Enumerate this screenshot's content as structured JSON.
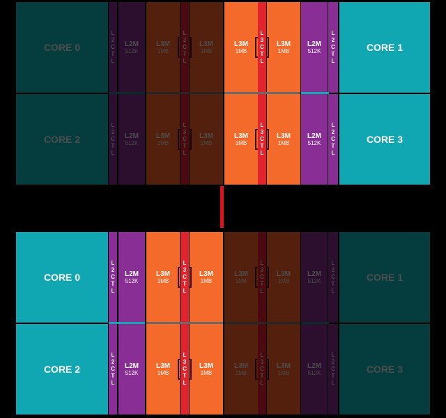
{
  "colors": {
    "core_active": "#10a6b2",
    "core_inactive": "#053d3e",
    "l2_active": "#882e94",
    "l2_inactive": "#2c0f2f",
    "l2ctl_active": "#882e94",
    "l2ctl_inactive": "#2c0f2f",
    "l3_active": "#f46a2b",
    "l3_inactive": "#52200d",
    "l3ctl_active": "#e0242d",
    "l3ctl_inactive": "#4a0a10",
    "text_active": "#ffffff",
    "text_inactive": "#4d4d4d",
    "strip_core": "#10a6b2",
    "strip_l3": "#6a6a6a",
    "link": "#e20f1d"
  },
  "labels": {
    "l2m": "L2M",
    "l2m_size": "512K",
    "l3m": "L3M",
    "l3m_size": "1MB",
    "l2ctl": "L2CTL",
    "l3ctl": "L3CTL"
  },
  "ccxs": [
    {
      "id": "top",
      "highlight_cores": [
        "CORE 1",
        "CORE 3"
      ],
      "rows": [
        {
          "left_core": "CORE 0",
          "right_core": "CORE 1",
          "left_active": false,
          "right_active": true,
          "l3_active_half": "right"
        },
        {
          "left_core": "CORE 2",
          "right_core": "CORE 3",
          "left_active": false,
          "right_active": true,
          "l3_active_half": "right"
        }
      ]
    },
    {
      "id": "bottom",
      "rows": [
        {
          "left_core": "CORE 0",
          "right_core": "CORE 1",
          "left_active": true,
          "right_active": false,
          "l3_active_half": "left"
        },
        {
          "left_core": "CORE 2",
          "right_core": "CORE 3",
          "left_active": true,
          "right_active": false,
          "l3_active_half": "left"
        }
      ]
    }
  ]
}
